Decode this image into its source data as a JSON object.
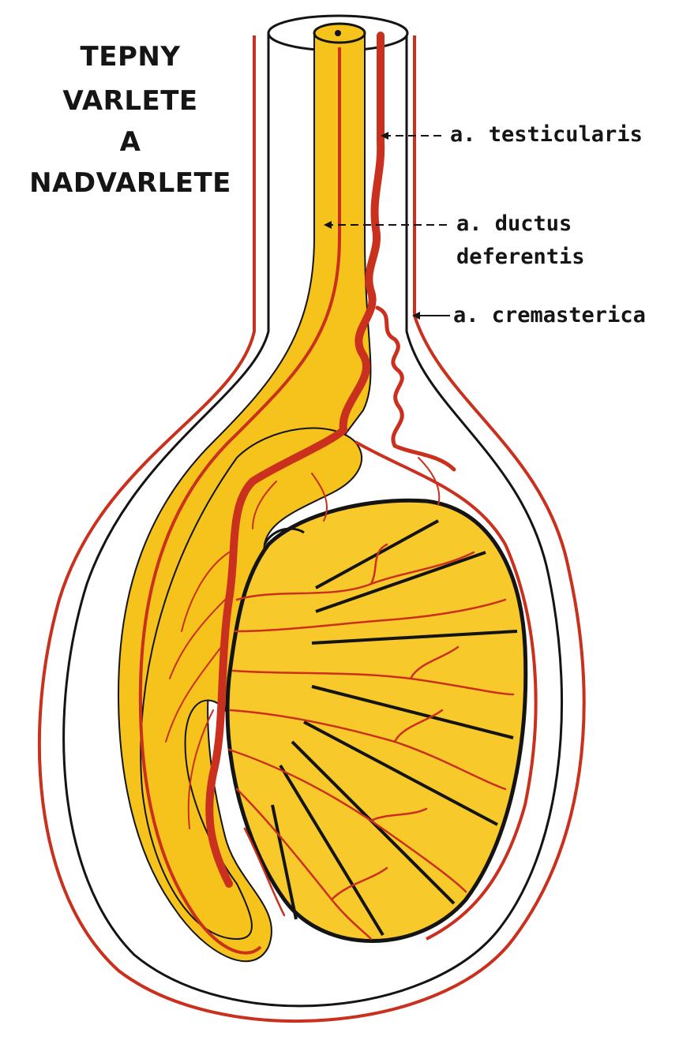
{
  "title": {
    "lines": [
      "TEPNY",
      "VARLETE",
      "A",
      "NADVARLETE"
    ]
  },
  "labels": {
    "testicularis": "a. testicularis",
    "ductus_line1": "a. ductus",
    "ductus_line2": "deferentis",
    "cremasterica": "a. cremasterica"
  },
  "colors": {
    "background": "#ffffff",
    "tissue_yellow": "#f6c21c",
    "tissue_light": "#fbdc5a",
    "artery_red": "#c9301d",
    "outline_black": "#141414",
    "label_text": "#151515"
  }
}
